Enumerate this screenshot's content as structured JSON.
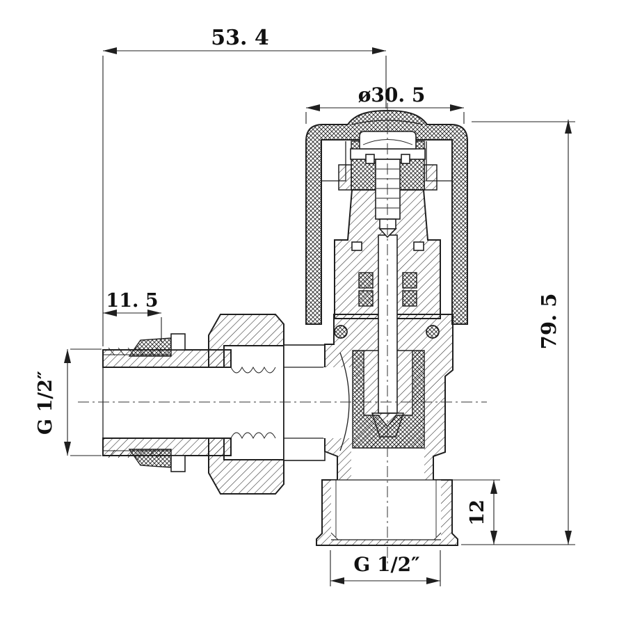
{
  "drawing": {
    "kind": "technical-sectional-drawing",
    "subject": "angle radiator valve, cross-section",
    "colors": {
      "line": "#1f1f1f",
      "background": "#ffffff"
    },
    "dimensions": {
      "overall_width": "53. 4",
      "handle_diameter": "ø30. 5",
      "overall_height": "79. 5",
      "inlet_thread_length": "11. 5",
      "inlet_thread_size": "G 1/2″",
      "outlet_depth": "12",
      "outlet_thread_size": "G 1/2″"
    }
  }
}
